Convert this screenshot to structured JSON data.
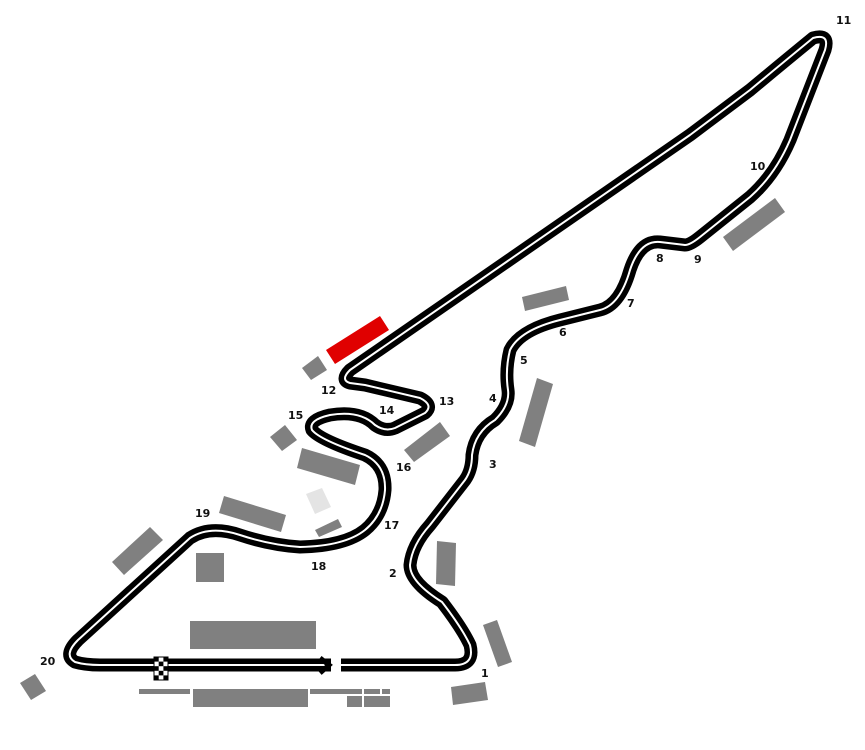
{
  "circuit": {
    "track_color": "#000000",
    "centerline_color": "#ffffff",
    "stand_color": "#808080",
    "highlight_stand_color": "#e00000",
    "turns": [
      "1",
      "2",
      "3",
      "4",
      "5",
      "6",
      "7",
      "8",
      "9",
      "10",
      "11",
      "12",
      "13",
      "14",
      "15",
      "16",
      "17",
      "18",
      "19",
      "20"
    ],
    "start_finish_icon": "checkered-flag-icon",
    "direction_icon": "direction-arrow-icon"
  }
}
